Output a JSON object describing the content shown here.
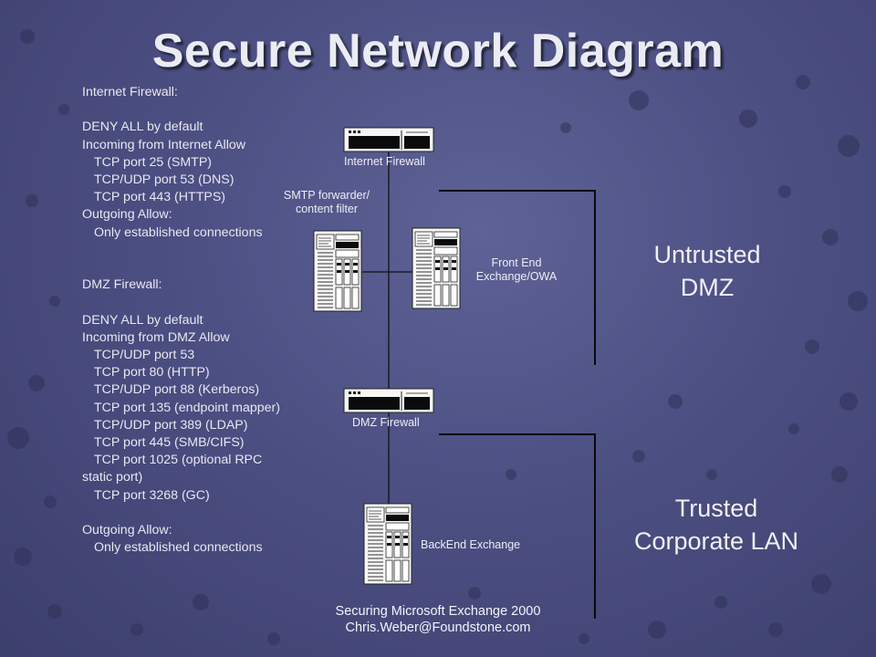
{
  "title": "Secure Network Diagram",
  "rules": {
    "internet_heading": "Internet Firewall:",
    "internet_default": "DENY ALL by default",
    "internet_incoming": "Incoming from Internet Allow",
    "internet_incoming_items": [
      "TCP port 25 (SMTP)",
      "TCP/UDP port 53 (DNS)",
      "TCP port 443 (HTTPS)"
    ],
    "internet_outgoing": "Outgoing Allow:",
    "internet_outgoing_item": "Only established connections",
    "dmz_heading": "DMZ Firewall:",
    "dmz_default": "DENY ALL by default",
    "dmz_incoming": "Incoming from DMZ Allow",
    "dmz_incoming_items": [
      "TCP/UDP port 53",
      "TCP port 80 (HTTP)",
      "TCP/UDP port 88 (Kerberos)",
      "TCP port 135 (endpoint mapper)",
      "TCP/UDP port 389 (LDAP)",
      "TCP port 445 (SMB/CIFS)",
      "TCP port 1025 (optional RPC"
    ],
    "dmz_incoming_wrap": "static port)",
    "dmz_incoming_last": "TCP port 3268 (GC)",
    "dmz_outgoing": "Outgoing Allow:",
    "dmz_outgoing_item": "Only established connections"
  },
  "diagram": {
    "internet_firewall": "Internet Firewall",
    "smtp_line1": "SMTP forwarder/",
    "smtp_line2": "content filter",
    "frontend_line1": "Front End",
    "frontend_line2": "Exchange/OWA",
    "dmz_firewall": "DMZ Firewall",
    "backend": "BackEnd Exchange"
  },
  "zones": {
    "untrusted_line1": "Untrusted",
    "untrusted_line2": "DMZ",
    "trusted_line1": "Trusted",
    "trusted_line2": "Corporate LAN"
  },
  "footer": {
    "line1": "Securing Microsoft Exchange 2000",
    "line2": "Chris.Weber@Foundstone.com"
  },
  "icons": {
    "firewall": "firewall-appliance-icon",
    "server": "tower-server-icon"
  }
}
